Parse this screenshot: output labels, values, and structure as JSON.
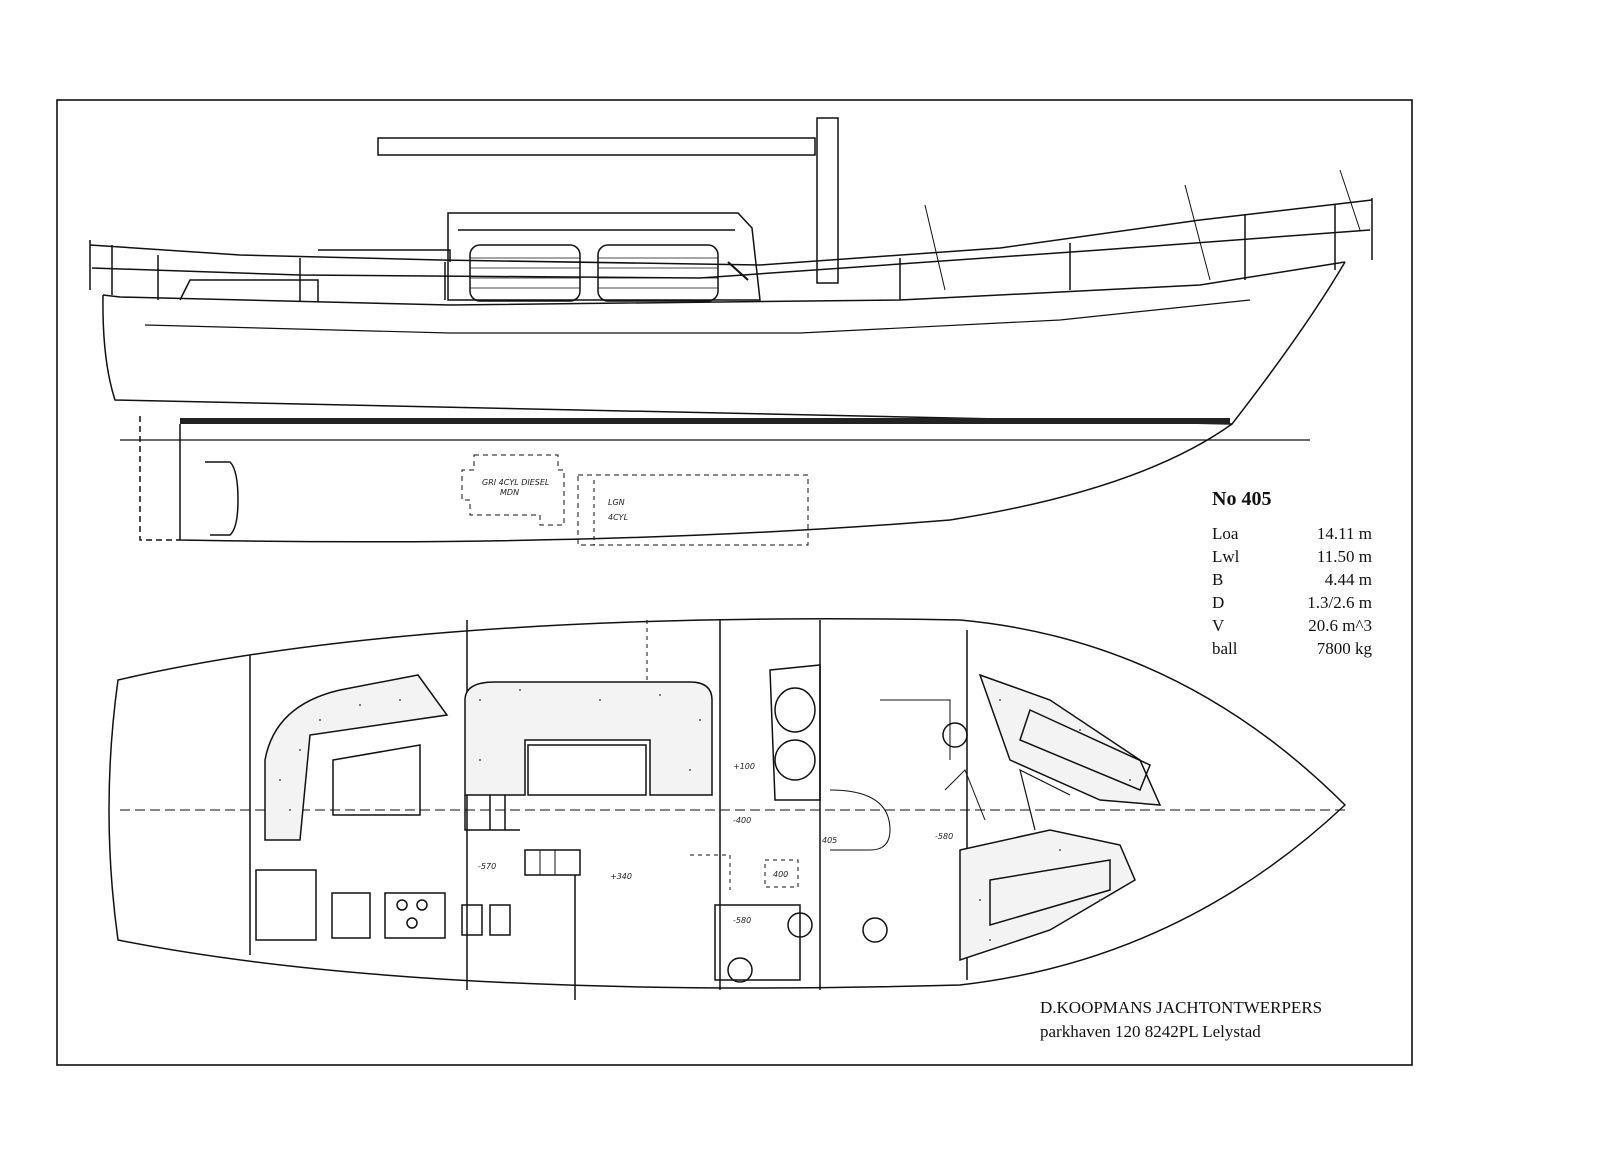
{
  "spec": {
    "title": "No 405",
    "rows": [
      {
        "label": "Loa",
        "value": "14.11 m"
      },
      {
        "label": "Lwl",
        "value": "11.50 m"
      },
      {
        "label": "B",
        "value": "4.44 m"
      },
      {
        "label": "D",
        "value": "1.3/2.6 m"
      },
      {
        "label": "V",
        "value": "20.6  m^3"
      },
      {
        "label": "ball",
        "value": "7800 kg"
      }
    ]
  },
  "designer": {
    "name": "D.KOOPMANS JACHTONTWERPERS",
    "address": "parkhaven 120 8242PL Lelystad"
  },
  "handwritten": {
    "engine": "GRI 4CYL DIESEL",
    "engine2": "MDN",
    "tank1": "LGN",
    "tank2": "4CYL",
    "level_100": "+100",
    "level_400": "-400",
    "level_570": "-570",
    "level_340": "+340",
    "level_400b": "400",
    "level_580": "-580",
    "level_580b": "-580",
    "level_405": "405"
  }
}
